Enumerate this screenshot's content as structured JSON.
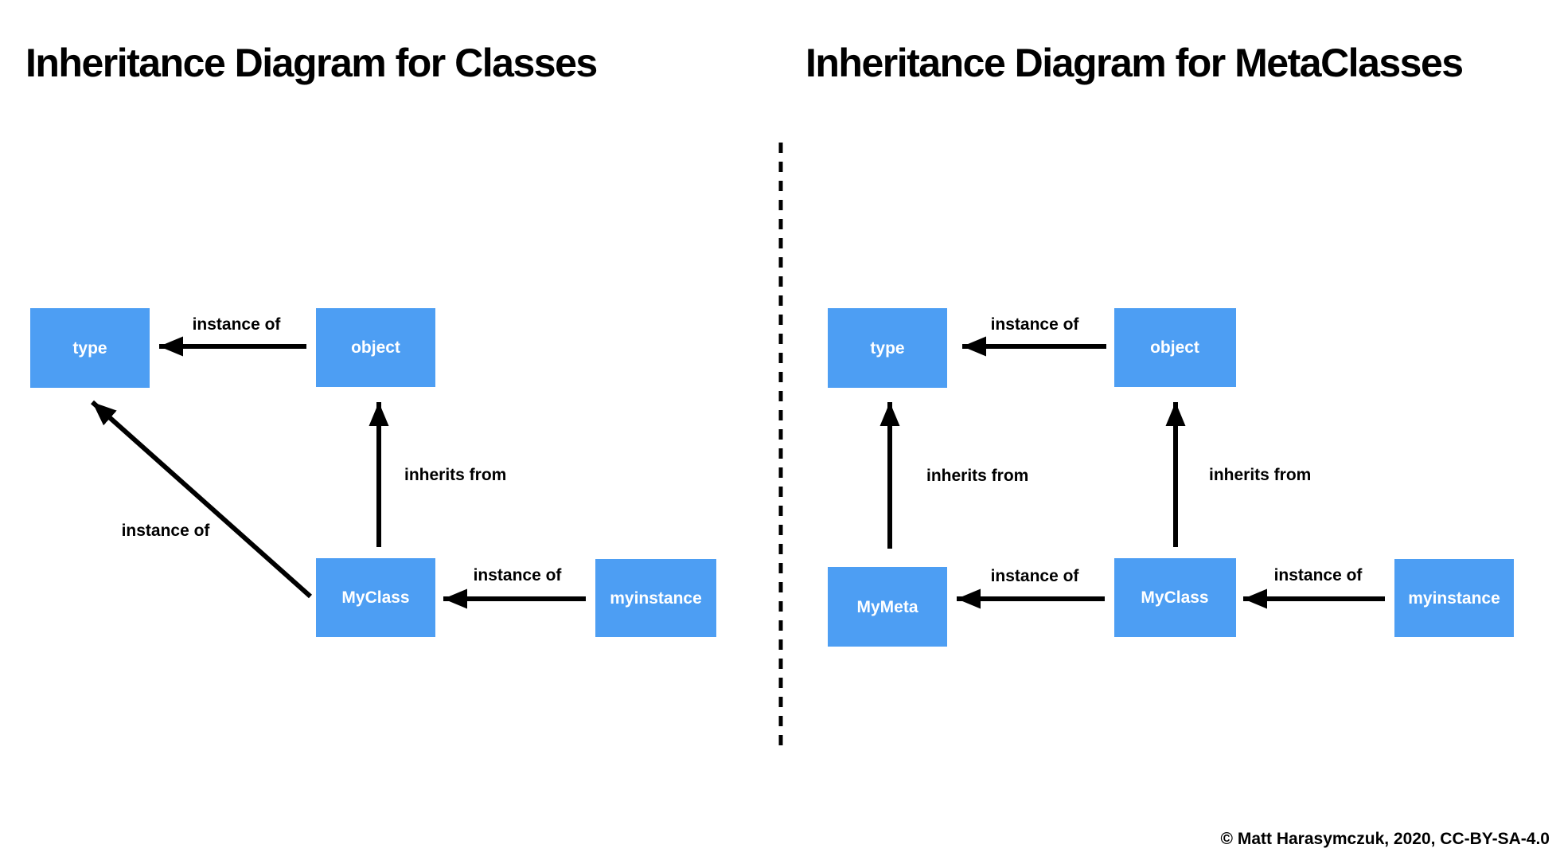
{
  "colors": {
    "background": "#FFFFFF",
    "node_fill": "#4D9EF3",
    "node_text": "#FFFFFF",
    "edge_color": "#000000",
    "title_color": "#000000"
  },
  "left_diagram": {
    "title": "Inheritance Diagram for Classes",
    "nodes": {
      "type": {
        "label": "type"
      },
      "object": {
        "label": "object"
      },
      "myclass": {
        "label": "MyClass"
      },
      "myinstance": {
        "label": "myinstance"
      }
    },
    "edges": {
      "object_to_type": {
        "label": "instance of"
      },
      "myclass_to_object": {
        "label": "inherits from"
      },
      "myclass_to_type": {
        "label": "instance of"
      },
      "myinstance_to_myclass": {
        "label": "instance of"
      }
    }
  },
  "right_diagram": {
    "title": "Inheritance Diagram for MetaClasses",
    "nodes": {
      "type": {
        "label": "type"
      },
      "object": {
        "label": "object"
      },
      "mymeta": {
        "label": "MyMeta"
      },
      "myclass": {
        "label": "MyClass"
      },
      "myinstance": {
        "label": "myinstance"
      }
    },
    "edges": {
      "object_to_type": {
        "label": "instance of"
      },
      "mymeta_to_type": {
        "label": "inherits from"
      },
      "myclass_to_object": {
        "label": "inherits from"
      },
      "myclass_to_mymeta": {
        "label": "instance of"
      },
      "myinstance_to_myclass": {
        "label": "instance of"
      }
    }
  },
  "footer": {
    "copyright": "© Matt Harasymczuk, 2020, CC-BY-SA-4.0"
  }
}
